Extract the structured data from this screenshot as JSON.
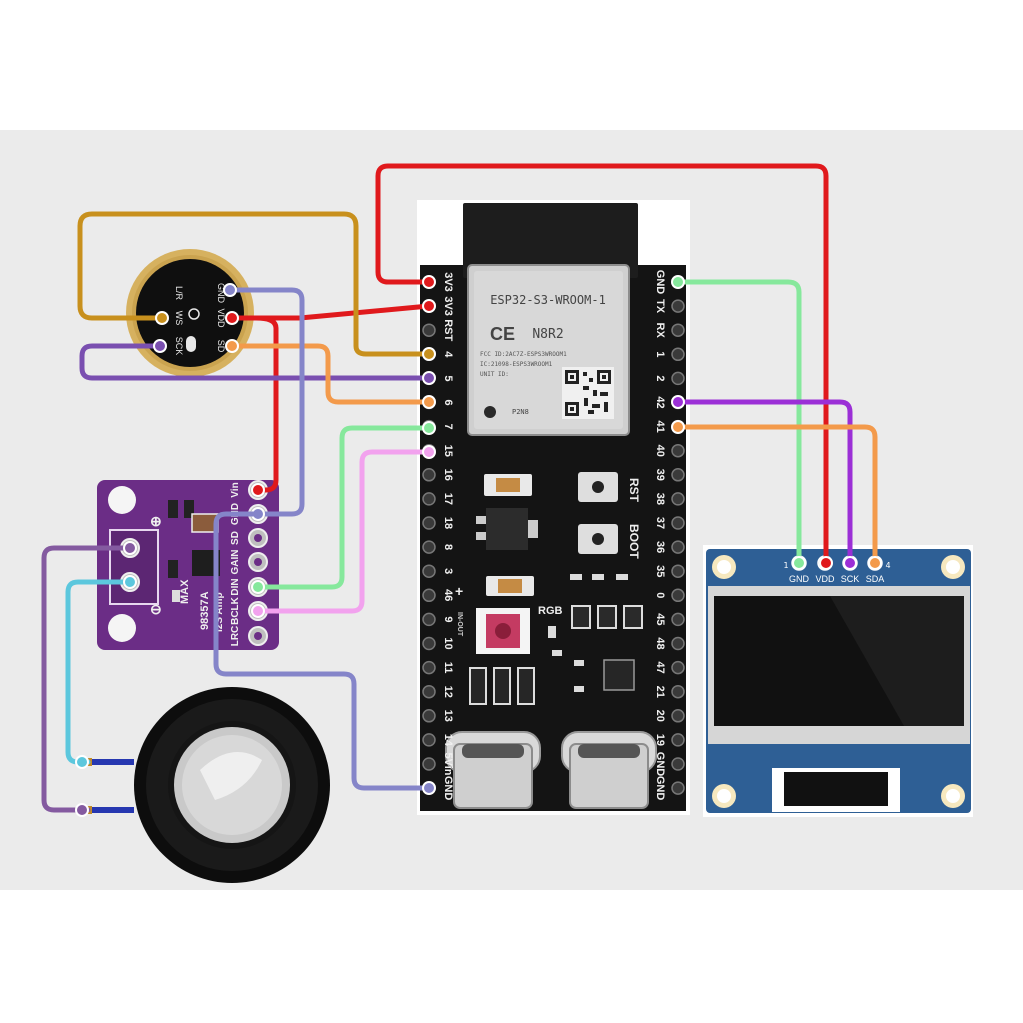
{
  "colors": {
    "red": "#e0191c",
    "orange": "#f39a4b",
    "mustard": "#c8901d",
    "purple": "#7a4fb0",
    "violet": "#9b2fd6",
    "lavender": "#8585c9",
    "green": "#86e89c",
    "pink": "#f2a2ee",
    "cyan": "#5cc7dd",
    "plum": "#845aa0",
    "board": "#1a1a1a",
    "amp_board": "#6b2d86",
    "oled_board": "#2e5f95"
  },
  "esp32": {
    "module_name": "ESP32-S3-WROOM-1",
    "variant": "N8R2",
    "fcc_line": "FCC ID:2AC7Z-ESPS3WROOM1",
    "ic_line": "IC:21098-ESPS3WROOM1",
    "unit_line": "UNIT ID:",
    "chip_mark": "P2N8",
    "ce_mark": "CE",
    "left_pins": [
      "3V3",
      "3V3",
      "RST",
      "4",
      "5",
      "6",
      "7",
      "15",
      "16",
      "17",
      "18",
      "8",
      "3",
      "46",
      "9",
      "10",
      "11",
      "12",
      "13",
      "14",
      "5Vin",
      "GND"
    ],
    "right_pins": [
      "GND",
      "TX",
      "RX",
      "1",
      "2",
      "42",
      "41",
      "40",
      "39",
      "38",
      "37",
      "36",
      "35",
      "0",
      "45",
      "48",
      "47",
      "21",
      "20",
      "19",
      "GND",
      "GND"
    ],
    "rst_label": "RST",
    "boot_label": "BOOT",
    "rgb_label": "RGB",
    "plus_label": "+",
    "in_out_label": "IN-OUT"
  },
  "mic": {
    "pin_labels": [
      "L/R",
      "WS",
      "SCK",
      "GND",
      "VDD",
      "SD"
    ]
  },
  "amp": {
    "pins": [
      "Vin",
      "GND",
      "SD",
      "GAIN",
      "DIN",
      "BCLK",
      "LRC"
    ],
    "name_line1": "MAX",
    "name_line2": "98357A",
    "name_line3": "I2S Amp",
    "plus": "⊕",
    "minus": "⊖"
  },
  "oled": {
    "pins": [
      "GND",
      "VDD",
      "SCK",
      "SDA"
    ],
    "pin_first": "1",
    "pin_last": "4"
  }
}
